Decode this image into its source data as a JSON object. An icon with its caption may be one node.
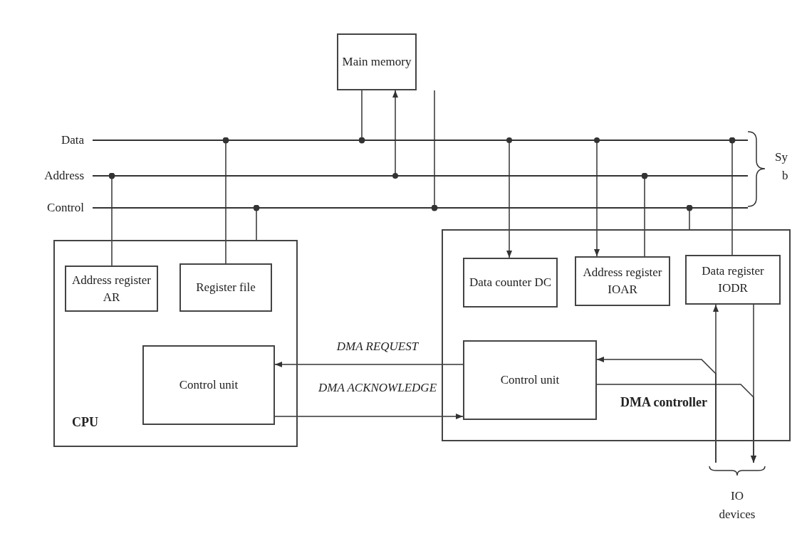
{
  "diagram": {
    "nodes": [
      {
        "text": [
          "Main memory"
        ]
      },
      {
        "text": [
          "Data"
        ]
      },
      {
        "text": [
          "Address"
        ]
      },
      {
        "text": [
          "Control"
        ]
      },
      {
        "text": [
          "CPU"
        ]
      },
      {
        "text": [
          "Address register AR"
        ],
        "in": 4
      },
      {
        "text": [
          "Register file"
        ],
        "in": 4
      },
      {
        "text": [
          "Control unit"
        ],
        "in": 4
      },
      {
        "text": [
          "DMA controller"
        ]
      },
      {
        "text": [
          "Data counter DC"
        ],
        "in": 8
      },
      {
        "text": [
          "Address register IOAR"
        ],
        "in": 8
      },
      {
        "text": [
          "Data register IODR"
        ],
        "in": 8
      },
      {
        "text": [
          "Control unit"
        ],
        "in": 8
      },
      {
        "text": [
          "IO devices"
        ]
      }
    ],
    "edges": [
      {
        "from": 0,
        "to": 1,
        "arrow": "other"
      },
      {
        "from": 2,
        "to": 0,
        "arrow": "to"
      },
      {
        "from": 0,
        "to": 3,
        "arrow": "other"
      },
      {
        "from": 5,
        "to": 2,
        "arrow": "other"
      },
      {
        "from": 6,
        "to": 1,
        "arrow": "other"
      },
      {
        "from": 4,
        "to": 3,
        "arrow": "other"
      },
      {
        "from": 1,
        "to": 9,
        "arrow": "to"
      },
      {
        "from": 1,
        "to": 10,
        "arrow": "to"
      },
      {
        "from": 10,
        "to": 2,
        "arrow": "other"
      },
      {
        "from": 8,
        "to": 3,
        "arrow": "other"
      },
      {
        "from": 11,
        "to": 1,
        "arrow": "other"
      },
      {
        "from": 12,
        "to": 7,
        "arrow": "to",
        "label": "DMA REQUEST"
      },
      {
        "from": 7,
        "to": 12,
        "arrow": "to",
        "label": "DMA ACKNOWLEDGE"
      },
      {
        "from": 13,
        "to": 11,
        "arrow": "to"
      },
      {
        "from": 13,
        "to": 12,
        "arrow": "to"
      },
      {
        "from": 11,
        "to": 13,
        "arrow": "to"
      },
      {
        "from": 12,
        "to": 13,
        "arrow": "to"
      }
    ],
    "labels": [
      "Sy",
      "b"
    ]
  }
}
